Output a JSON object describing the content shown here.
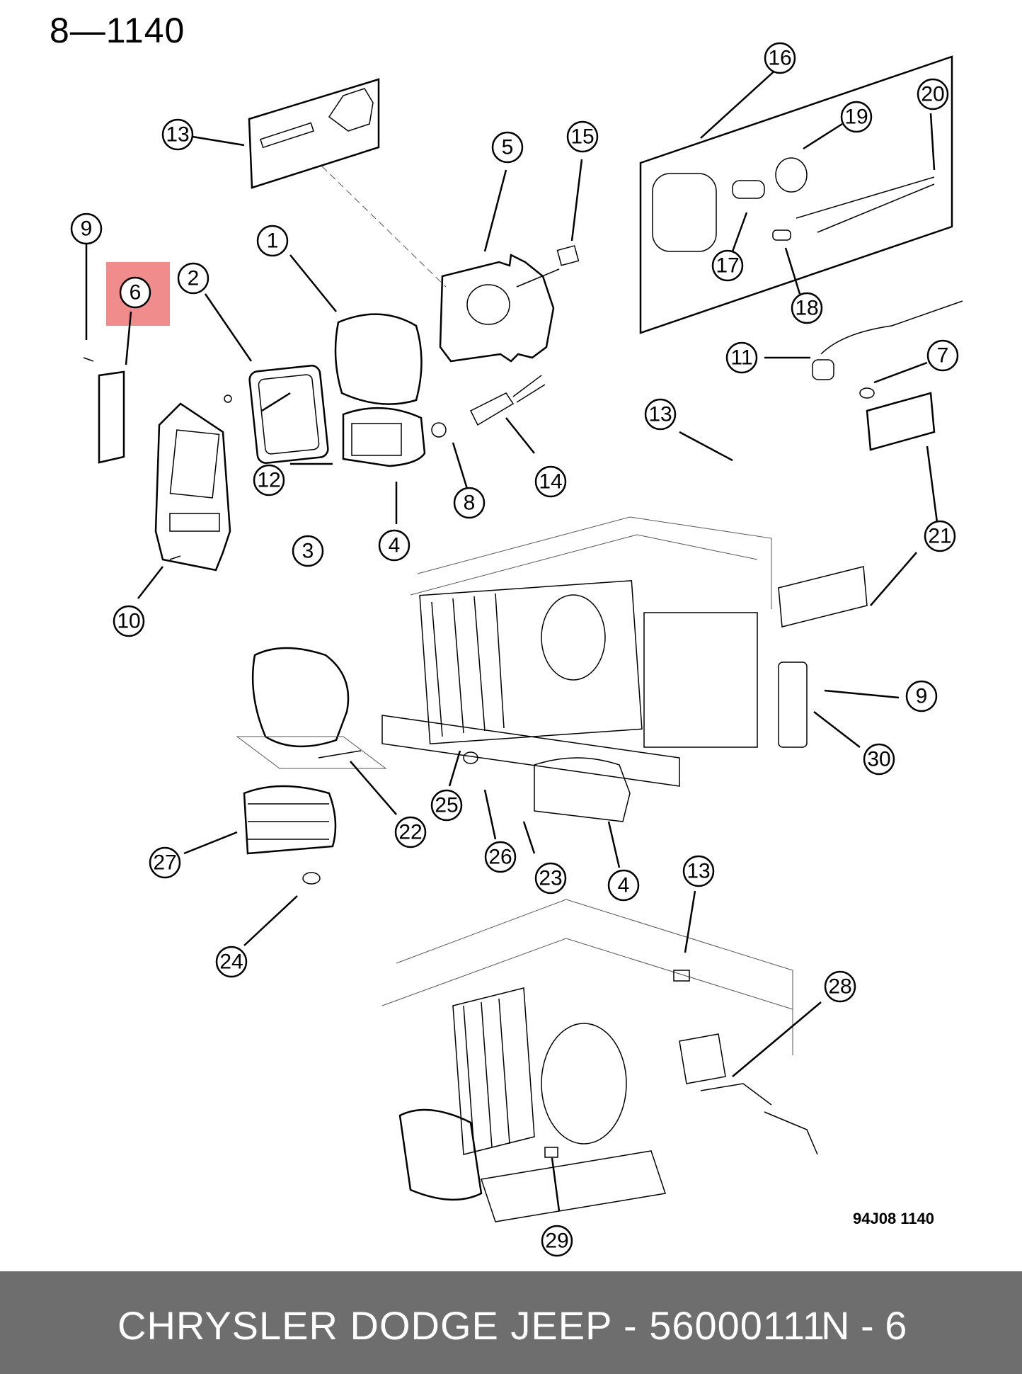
{
  "page_id": "8—1140",
  "ref_code": "94J08  1140",
  "highlight_color": "#f08080",
  "footer": {
    "brand_part": "CHRYSLER DODGE JEEP - 56000111",
    "position": "N - 6",
    "background": "#6e6e6e"
  },
  "callouts": [
    {
      "label": "1"
    },
    {
      "label": "2"
    },
    {
      "label": "3"
    },
    {
      "label": "4"
    },
    {
      "label": "5"
    },
    {
      "label": "6"
    },
    {
      "label": "7"
    },
    {
      "label": "8"
    },
    {
      "label": "9"
    },
    {
      "label": "10"
    },
    {
      "label": "11"
    },
    {
      "label": "12"
    },
    {
      "label": "13"
    },
    {
      "label": "14"
    },
    {
      "label": "15"
    },
    {
      "label": "16"
    },
    {
      "label": "17"
    },
    {
      "label": "18"
    },
    {
      "label": "19"
    },
    {
      "label": "20"
    },
    {
      "label": "21"
    },
    {
      "label": "9"
    },
    {
      "label": "30"
    },
    {
      "label": "13"
    },
    {
      "label": "22"
    },
    {
      "label": "25"
    },
    {
      "label": "26"
    },
    {
      "label": "23"
    },
    {
      "label": "4"
    },
    {
      "label": "27"
    },
    {
      "label": "24"
    },
    {
      "label": "13"
    },
    {
      "label": "28"
    },
    {
      "label": "29"
    }
  ]
}
